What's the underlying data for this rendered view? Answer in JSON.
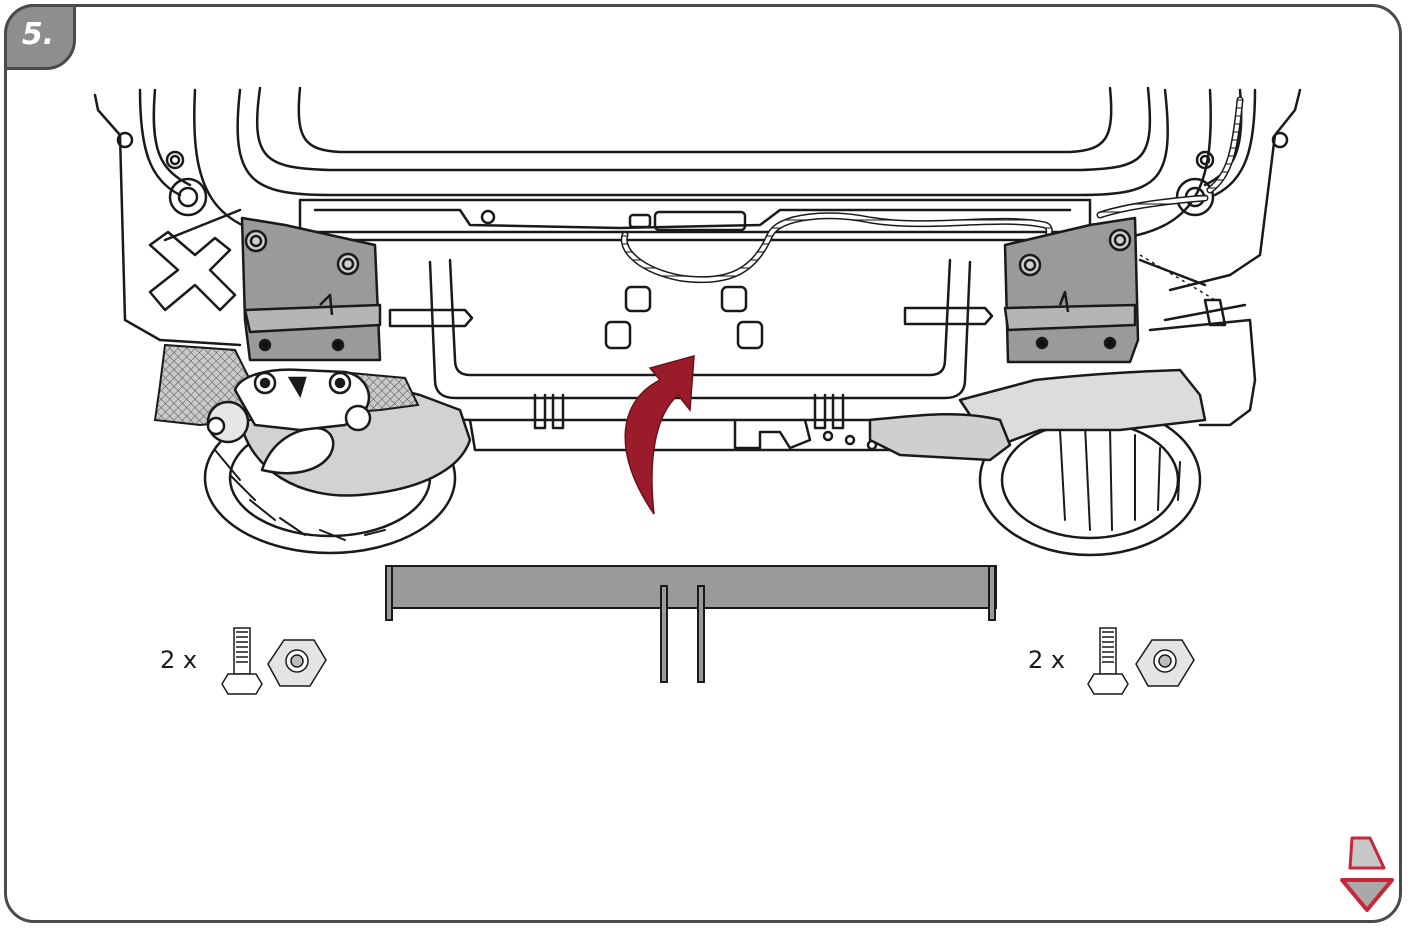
{
  "step": {
    "number": "5."
  },
  "hardware": [
    {
      "quantity": "2 x",
      "items": [
        "bolt-icon",
        "nut-icon"
      ]
    },
    {
      "quantity": "2 x",
      "items": [
        "bolt-icon",
        "nut-icon"
      ]
    }
  ],
  "colors": {
    "arrow": "#9a1c2a",
    "part_fill": "#9a9a9a",
    "frame": "#4a4a4a",
    "corner_arrow": "#c8273a"
  },
  "icons": [
    "mounting-arrow-icon",
    "next-page-arrow-icon"
  ]
}
